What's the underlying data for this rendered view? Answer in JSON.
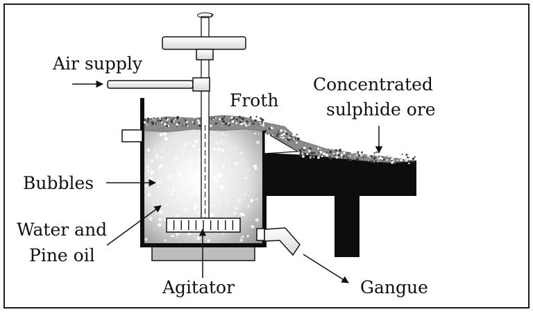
{
  "labels": {
    "air_supply": "Air supply",
    "froth": "Froth",
    "concentrated_line1": "Concentrated",
    "concentrated_line2": "sulphide ore",
    "bubbles": "Bubbles",
    "water_line1": "Water and",
    "water_line2": "Pine oil",
    "agitator": "Agitator",
    "gangue": "Gangue"
  },
  "colors": {
    "frame": "#1a1a1a",
    "outline": "#111111",
    "tank_fill_center": "#ffffff",
    "tank_fill_edge": "#9a9a9a",
    "froth": "#8a8a8a",
    "launder": "#0d0d0d",
    "pipe_fill": "#ffffff",
    "base_plate": "#bdbdbd",
    "background": "#ffffff"
  }
}
